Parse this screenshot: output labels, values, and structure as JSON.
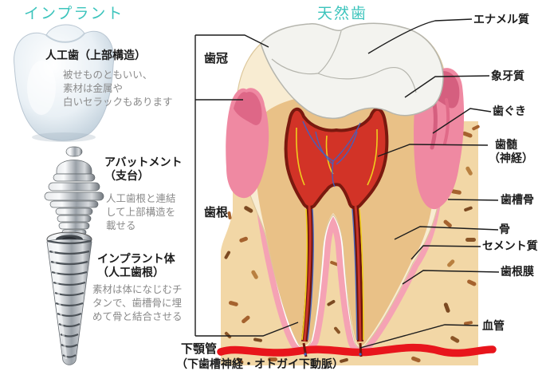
{
  "headings": {
    "implant": "インプラント",
    "natural": "天然歯"
  },
  "implant": {
    "crown": {
      "title": "人工歯（上部構造）",
      "desc": [
        "被せものともいい、",
        "素材は金属や",
        "白いセラックもあります"
      ]
    },
    "abutment": {
      "title": [
        "アバットメント",
        "（支台）"
      ],
      "desc": [
        "人工歯根と連結",
        "して上部構造を",
        "載せる"
      ]
    },
    "body": {
      "title": [
        "インプラント体",
        "（人工歯根）"
      ],
      "desc": [
        "素材は体になじむチ",
        "タンで、歯槽骨に埋",
        "めて骨と結合させる"
      ]
    }
  },
  "tooth": {
    "crown_label": "歯冠",
    "root_label": "歯根",
    "labels": {
      "enamel": "エナメル質",
      "dentin": "象牙質",
      "gum": "歯ぐき",
      "pulp": [
        "歯髄",
        "（神経）"
      ],
      "alveolar": "歯槽骨",
      "bone": "骨",
      "cementum": "セメント質",
      "pdl": "歯根膜",
      "vessel": "血管"
    },
    "canal": {
      "line1": "下顎管",
      "line2": "（下歯槽神経・オトガイ下動脈）"
    }
  },
  "colors": {
    "accent": "#3cc4bc",
    "label_text": "#1b1b1b",
    "desc_text": "#8a8a8a",
    "enamel": "#f3f3ef",
    "dentin": "#e9c187",
    "pulp_red": "#d23327",
    "gum_pink": "#ef89a2",
    "pdl_pink": "#f5a2b4",
    "bone": "#f2d7a6",
    "canal_band_red": "#e8151c",
    "vein_blue": "#3c63c8",
    "nerve_yellow": "#f0cd1e"
  }
}
